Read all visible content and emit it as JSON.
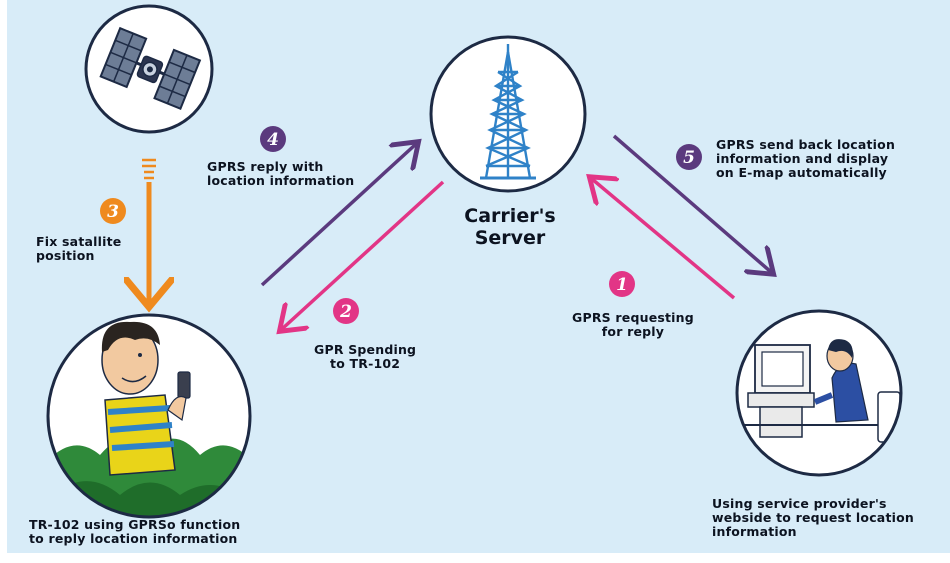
{
  "colors": {
    "background": "#d8ecf8",
    "pink_arrow": "#e23586",
    "purple_arrow": "#5b3a7e",
    "orange_arrow": "#ef8a1e",
    "circle_stroke": "#1d2a44",
    "tower": "#2f82c8"
  },
  "server": {
    "title": "Carrier's\nServer"
  },
  "steps": [
    {
      "number": "1",
      "text": "GPRS  requesting\nfor reply",
      "color": "#e23586"
    },
    {
      "number": "2",
      "text": "GPR Spending\nto TR-102",
      "color": "#e23586"
    },
    {
      "number": "3",
      "text": "Fix satallite\nposition",
      "color": "#ef8a1e"
    },
    {
      "number": "4",
      "text": "GPRS reply with\nlocation information",
      "color": "#5b3a7e"
    },
    {
      "number": "5",
      "text": "GPRS send back location\ninformation and display\non E-map automatically",
      "color": "#5b3a7e"
    }
  ],
  "captions": {
    "phone_user": "TR-102 using GPRSo function\nto  reply location information",
    "computer_user": "Using service provider's\nwebside to request  location\ninformation"
  },
  "icons": {
    "satellite": "satellite-icon",
    "tower": "cell-tower-icon",
    "phone_user": "person-with-phone-icon",
    "computer_user": "person-at-computer-icon"
  }
}
